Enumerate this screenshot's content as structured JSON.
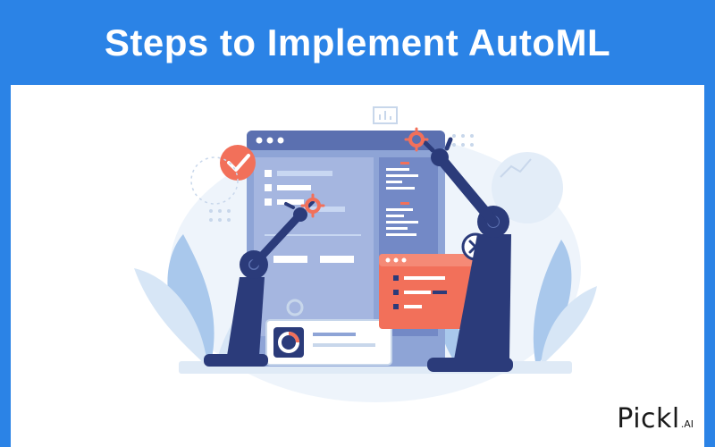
{
  "header": {
    "title": "Steps to Implement AutoML"
  },
  "brand": {
    "logo_word": "Pickl",
    "logo_suffix": ".AI"
  },
  "colors": {
    "header_bg": "#2b83e6",
    "frame_blue": "#2b83e6",
    "navy": "#2b3b7a",
    "panel_blue": "#8ea4d6",
    "panel_dark": "#5b70b0",
    "accent_orange": "#f2705a",
    "leaf_light": "#d7e6f6",
    "leaf_mid": "#a9c8ec",
    "bar_light": "#a9cdf2"
  },
  "icons": {
    "check": "check-badge-icon",
    "close": "close-badge-icon",
    "gear": "gear-icon",
    "donut": "donut-chart-icon"
  }
}
